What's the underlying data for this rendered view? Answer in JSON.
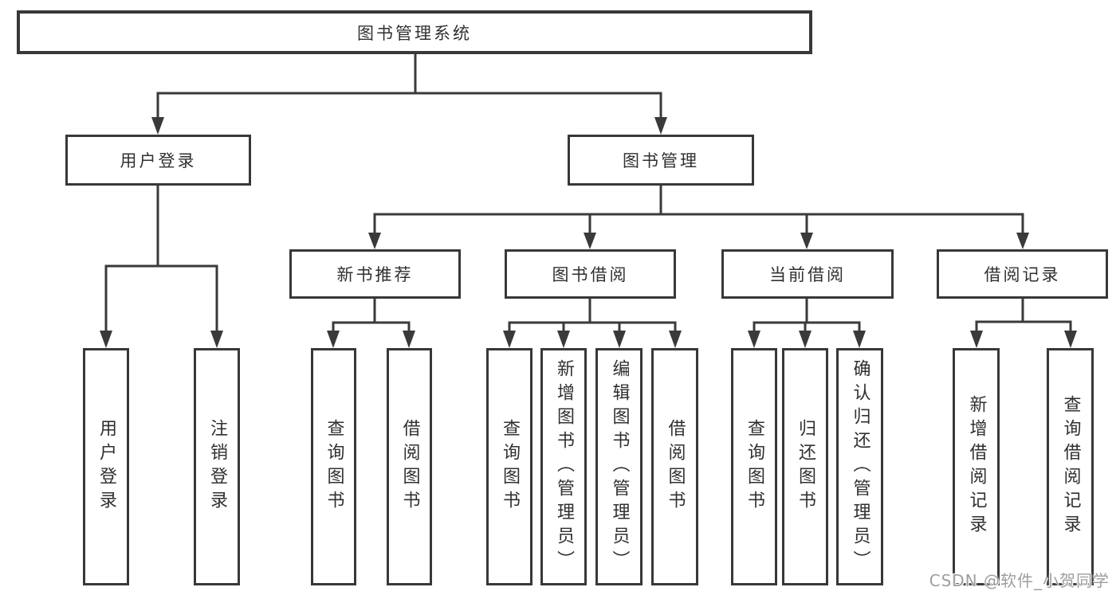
{
  "tree": {
    "root": {
      "label": "图书管理系统"
    },
    "branches": [
      {
        "label": "用户登录",
        "leaves": [
          "用户登录",
          "注销登录"
        ]
      },
      {
        "label": "图书管理",
        "groups": [
          {
            "label": "新书推荐",
            "leaves": [
              "查询图书",
              "借阅图书"
            ]
          },
          {
            "label": "图书借阅",
            "leaves": [
              "查询图书",
              "新增图书（管理员）",
              "编辑图书（管理员）",
              "借阅图书"
            ]
          },
          {
            "label": "当前借阅",
            "leaves": [
              "查询图书",
              "归还图书",
              "确认归还（管理员）"
            ]
          },
          {
            "label": "借阅记录",
            "leaves": [
              "新增借阅记录",
              "查询借阅记录"
            ]
          }
        ]
      }
    ]
  },
  "watermark": {
    "text": "CSDN @软件_小贺同学"
  },
  "colors": {
    "page_background": "#ffffff",
    "box_background": "#ffffff",
    "box_border": "#383838",
    "connector_line": "#3a3a3a",
    "text": "#303030",
    "watermark_text": "#9e9e9e"
  }
}
